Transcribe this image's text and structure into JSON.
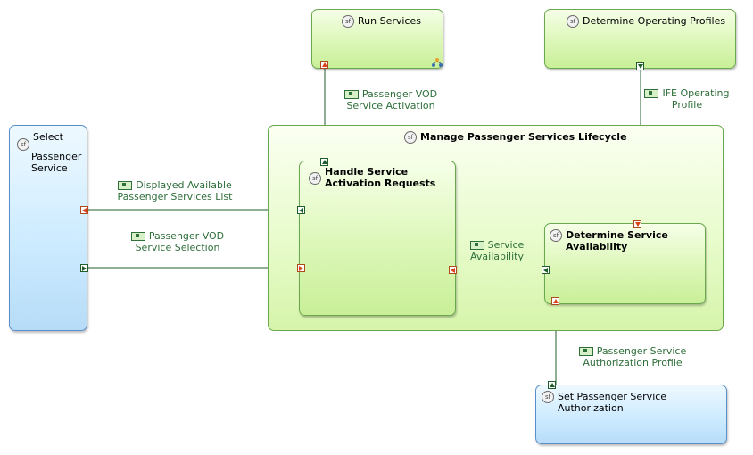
{
  "functions": {
    "run_services": "Run Services",
    "determine_operating_profiles": "Determine Operating Profiles",
    "select_passenger_service": "Select Passenger Service",
    "manage_lifecycle": "Manage Passenger Services Lifecycle",
    "handle_activation": "Handle Service Activation Requests",
    "determine_availability": "Determine Service Availability",
    "set_authorization": "Set Passenger Service Authorization"
  },
  "icon_text": "sf",
  "flows": {
    "vod_activation": "Passenger VOD Service Activation",
    "ife_profile": "IFE Operating Profile",
    "displayed_list": "Displayed Available Passenger Services List",
    "vod_selection": "Passenger VOD Service Selection",
    "service_availability": "Service Availability",
    "authorization_profile": "Passenger Service Authorization Profile"
  },
  "colors": {
    "function_green": "#dcf7b8",
    "actor_blue": "#cbeaff",
    "flow_line": "#1f5e2c",
    "out_port": "#d8431c",
    "in_port": "#1f5e2c"
  }
}
